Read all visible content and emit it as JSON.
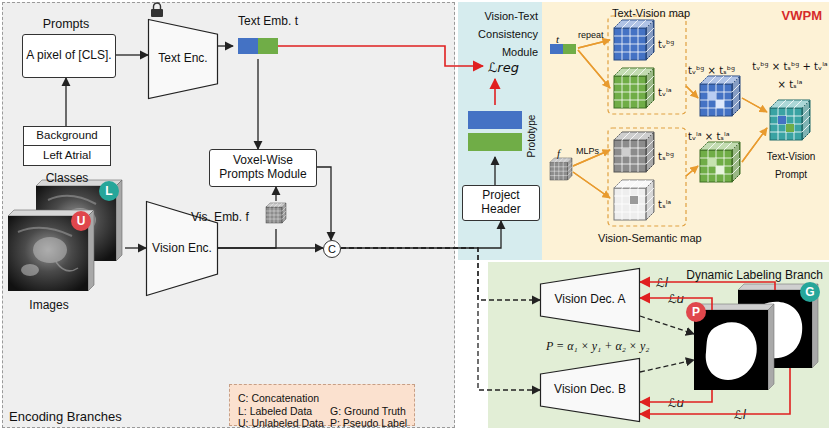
{
  "diagram": {
    "nodes": [
      {
        "text": [
          "Encoding Branches"
        ]
      },
      {
        "text": [
          "Prompts",
          "A pixel of [CLS]."
        ],
        "in": 0
      },
      {
        "text": [
          "Classes"
        ],
        "in": 0
      },
      {
        "text": [
          "Background"
        ],
        "in": 2
      },
      {
        "text": [
          "Left Atrial"
        ],
        "in": 2
      },
      {
        "text": [
          "Images"
        ],
        "in": 0
      },
      {
        "text": [
          "L"
        ],
        "in": 5
      },
      {
        "text": [
          "U"
        ],
        "in": 5
      },
      {
        "text": [
          "Text Enc."
        ],
        "in": 0
      },
      {
        "text": [
          "Vision Enc."
        ],
        "in": 0
      },
      {
        "text": [
          "Text Emb. t"
        ],
        "in": 0
      },
      {
        "text": [
          "Voxel-Wise Prompts Module"
        ],
        "in": 0
      },
      {
        "text": [
          "Vis. Emb. f"
        ],
        "in": 0
      },
      {
        "text": [
          "C"
        ],
        "in": 0
      },
      {
        "text": [
          "C: Concatenation",
          "L: Labeled Data",
          "G: Ground Truth",
          "U: Unlabeled Data",
          "P: Pseudo Label"
        ],
        "in": 0
      },
      {
        "text": [
          "Vision-Text Consistency Module"
        ]
      },
      {
        "text": [
          "Project Header"
        ],
        "in": 15
      },
      {
        "text": [
          "Prototype"
        ],
        "in": 15
      },
      {
        "text": [
          "VWPM"
        ]
      },
      {
        "text": [
          "Dynamic Labeling Branch"
        ]
      },
      {
        "text": [
          "Vision Dec. A"
        ],
        "in": 19
      },
      {
        "text": [
          "Vision Dec. B"
        ],
        "in": 19
      },
      {
        "text": [
          "P"
        ],
        "in": 19
      },
      {
        "text": [
          "G"
        ],
        "in": 19
      }
    ],
    "edges": [
      {
        "from": 2,
        "to": 1,
        "arrow": "to"
      },
      {
        "from": 1,
        "to": 8,
        "arrow": "to"
      },
      {
        "from": 8,
        "to": 10,
        "arrow": "to"
      },
      {
        "from": 10,
        "to": 11,
        "arrow": "to"
      },
      {
        "from": 5,
        "to": 9,
        "arrow": "to"
      },
      {
        "from": 9,
        "to": 13,
        "arrow": "to"
      },
      {
        "from": 9,
        "to": 12,
        "arrow": "none"
      },
      {
        "from": 12,
        "to": 11,
        "arrow": "to"
      },
      {
        "from": 11,
        "to": 13,
        "arrow": "to"
      },
      {
        "from": 13,
        "to": 16,
        "arrow": "to"
      },
      {
        "from": 13,
        "to": 20,
        "arrow": "to"
      },
      {
        "from": 13,
        "to": 21,
        "arrow": "to"
      },
      {
        "from": 16,
        "to": 17,
        "arrow": "to"
      },
      {
        "from": 20,
        "to": 22,
        "arrow": "to"
      },
      {
        "from": 21,
        "to": 22,
        "arrow": "to"
      },
      {
        "from": 22,
        "to": 20,
        "label": "ℒu",
        "arrow": "to"
      },
      {
        "from": 23,
        "to": 20,
        "label": "ℒl",
        "arrow": "to"
      },
      {
        "from": 22,
        "to": 21,
        "label": "ℒu",
        "arrow": "to"
      },
      {
        "from": 23,
        "to": 21,
        "label": "ℒl",
        "arrow": "to"
      }
    ],
    "labels": [
      "ℒreg",
      "Text-Vision map",
      "t",
      "repeat",
      "tᵥᵇᵍ",
      "tᵥˡᵃ",
      "f",
      "MLPs",
      "tₛᵇᵍ",
      "tₛˡᵃ",
      "Vision-Semantic map",
      "tᵥᵇᵍ × tₛᵇᵍ",
      "tᵥˡᵃ × tₛˡᵃ",
      "tᵥᵇᵍ × tₛᵇᵍ + tᵥˡᵃ × tₛˡᵃ",
      "Text-Vision Prompt",
      "P = α₁ × y₁ + α₂ × y₂"
    ]
  }
}
